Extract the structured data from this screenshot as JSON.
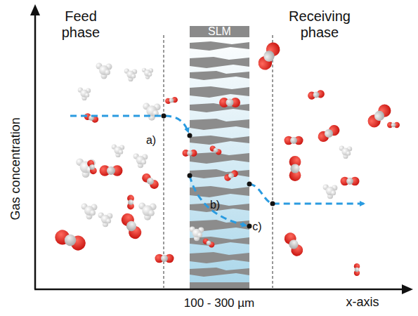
{
  "diagram": {
    "nodes": [
      {
        "text": [
          "SLM"
        ]
      }
    ],
    "labels": [
      "Feed phase",
      "Receiving phase",
      "a)",
      "b)",
      "c)",
      "Gas concentration",
      "x-axis",
      "100 - 300 µm"
    ]
  }
}
